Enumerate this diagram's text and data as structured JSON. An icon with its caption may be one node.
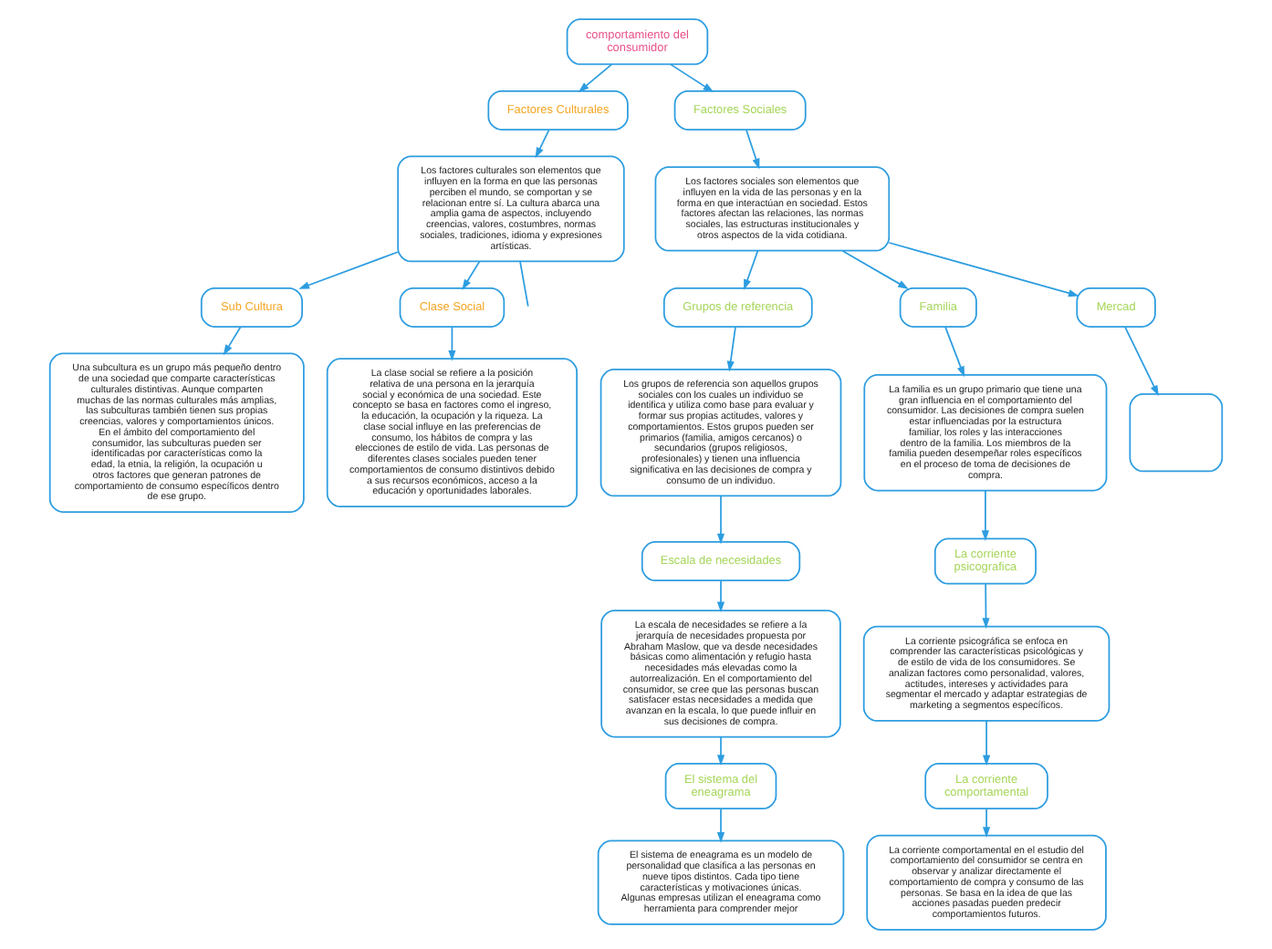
{
  "diagram": {
    "nodes": [
      {
        "text": [
          "comportamiento del consumidor"
        ]
      },
      {
        "text": [
          "Factores Culturales"
        ]
      },
      {
        "text": [
          "Los factores culturales son elementos que influyen en la forma en que las personas perciben el mundo, se comportan y se relacionan entre sí. La cultura abarca una amplia gama de aspectos, incluyendo creencias, valores, costumbres, normas sociales, tradiciones, idioma y expresiones artísticas."
        ]
      },
      {
        "text": [
          "Factores Sociales"
        ]
      },
      {
        "text": [
          "Los factores sociales son elementos que influyen en la vida de las personas y en la forma en que interactúan en sociedad. Estos factores afectan las relaciones, las normas sociales, las estructuras institucionales y otros aspectos de la vida cotidiana."
        ]
      },
      {
        "text": [
          "Sub Cultura"
        ]
      },
      {
        "text": [
          "Clase Social"
        ]
      },
      {
        "text": [
          "Una subcultura es un grupo más pequeño dentro de una sociedad que comparte características culturales distintivas. Aunque comparten muchas de las normas culturales más amplias, las subculturas también tienen sus propias creencias, valores y comportamientos únicos. En el ámbito del comportamiento del consumidor, las subculturas pueden ser identificadas por características como la edad, la etnia, la religión, la ocupación u otros factores que generan patrones de comportamiento de consumo específicos dentro de ese grupo."
        ]
      },
      {
        "text": [
          "La clase social se refiere a la posición relativa de una persona en la jerarquía social y económica de una sociedad. Este concepto se basa en factores como el ingreso, la educación, la ocupación y la riqueza. La clase social influye en las preferencias de consumo, los hábitos de compra y las elecciones de estilo de vida. Las personas de diferentes clases sociales pueden tener comportamientos de consumo distintivos debido a sus recursos económicos, acceso a la educación y oportunidades laborales."
        ]
      },
      {
        "text": [
          "Grupos de referencia"
        ]
      },
      {
        "text": [
          "Familia"
        ]
      },
      {
        "text": [
          "Mercad"
        ]
      },
      {
        "text": [
          "Los grupos de referencia son aquellos grupos sociales con los cuales un individuo se identifica y utiliza como base para evaluar y formar sus propias actitudes, valores y comportamientos. Estos grupos pueden ser primarios (familia, amigos cercanos) o secundarios (grupos religiosos, profesionales) y tienen una influencia significativa en las decisiones de compra y consumo de un individuo."
        ]
      },
      {
        "text": [
          "La familia es un grupo primario que tiene una gran influencia en el comportamiento del consumidor. Las decisiones de compra suelen estar influenciadas por la estructura familiar, los roles y las interacciones dentro de la familia. Los miembros de la familia pueden desempeñar roles específicos en el proceso de toma de decisiones de compra."
        ]
      },
      {
        "text": [],
        "shape": "box"
      },
      {
        "text": [
          "Escala de necesidades"
        ]
      },
      {
        "text": [
          "La escala de necesidades se refiere a la jerarquía de necesidades propuesta por Abraham Maslow, que va desde necesidades básicas como alimentación y refugio hasta necesidades más elevadas como la autorrealización. En el comportamiento del consumidor, se cree que las personas buscan satisfacer estas necesidades a medida que avanzan en la escala, lo que puede influir en sus decisiones de compra."
        ]
      },
      {
        "text": [
          "El sistema del eneagrama"
        ]
      },
      {
        "text": [
          "El sistema de eneagrama es un modelo de personalidad que clasifica a las personas en nueve tipos distintos. Cada tipo tiene características y motivaciones únicas. Algunas empresas utilizan el eneagrama como herramienta para comprender mejor"
        ]
      },
      {
        "text": [
          "La corriente psicografica"
        ]
      },
      {
        "text": [
          "La corriente psicográfica se enfoca en comprender las características psicológicas y de estilo de vida de los consumidores. Se analizan factores como personalidad, valores, actitudes, intereses y actividades para segmentar el mercado y adaptar estrategias de marketing a segmentos específicos."
        ]
      },
      {
        "text": [
          "La corriente comportamental"
        ]
      },
      {
        "text": [
          "La corriente comportamental en el estudio del comportamiento del consumidor se centra en observar y analizar directamente el comportamiento de compra y consumo de las personas. Se basa en la idea de que las acciones pasadas pueden predecir comportamientos futuros."
        ]
      }
    ],
    "edges": [
      {
        "from": 0,
        "to": 1,
        "arrow": "to"
      },
      {
        "from": 0,
        "to": 3,
        "arrow": "to"
      },
      {
        "from": 1,
        "to": 2,
        "arrow": "to"
      },
      {
        "from": 2,
        "to": null,
        "arrow": "none"
      },
      {
        "from": 2,
        "to": 5,
        "arrow": "to"
      },
      {
        "from": 2,
        "to": 6,
        "arrow": "to"
      },
      {
        "from": 5,
        "to": 7,
        "arrow": "to"
      },
      {
        "from": 6,
        "to": 8,
        "arrow": "to"
      },
      {
        "from": 3,
        "to": 4,
        "arrow": "to"
      },
      {
        "from": 4,
        "to": 9,
        "arrow": "to"
      },
      {
        "from": 4,
        "to": 10,
        "arrow": "to"
      },
      {
        "from": 4,
        "to": 11,
        "arrow": "to"
      },
      {
        "from": 9,
        "to": 12,
        "arrow": "to"
      },
      {
        "from": 10,
        "to": 13,
        "arrow": "to"
      },
      {
        "from": 11,
        "to": 14,
        "arrow": "to"
      },
      {
        "from": 12,
        "to": 15,
        "arrow": "to"
      },
      {
        "from": 15,
        "to": 16,
        "arrow": "to"
      },
      {
        "from": 16,
        "to": 17,
        "arrow": "to"
      },
      {
        "from": 17,
        "to": 18,
        "arrow": "to"
      },
      {
        "from": 13,
        "to": 19,
        "arrow": "to"
      },
      {
        "from": 19,
        "to": 20,
        "arrow": "to"
      },
      {
        "from": 20,
        "to": 21,
        "arrow": "to"
      },
      {
        "from": 21,
        "to": 22,
        "arrow": "to"
      }
    ]
  }
}
